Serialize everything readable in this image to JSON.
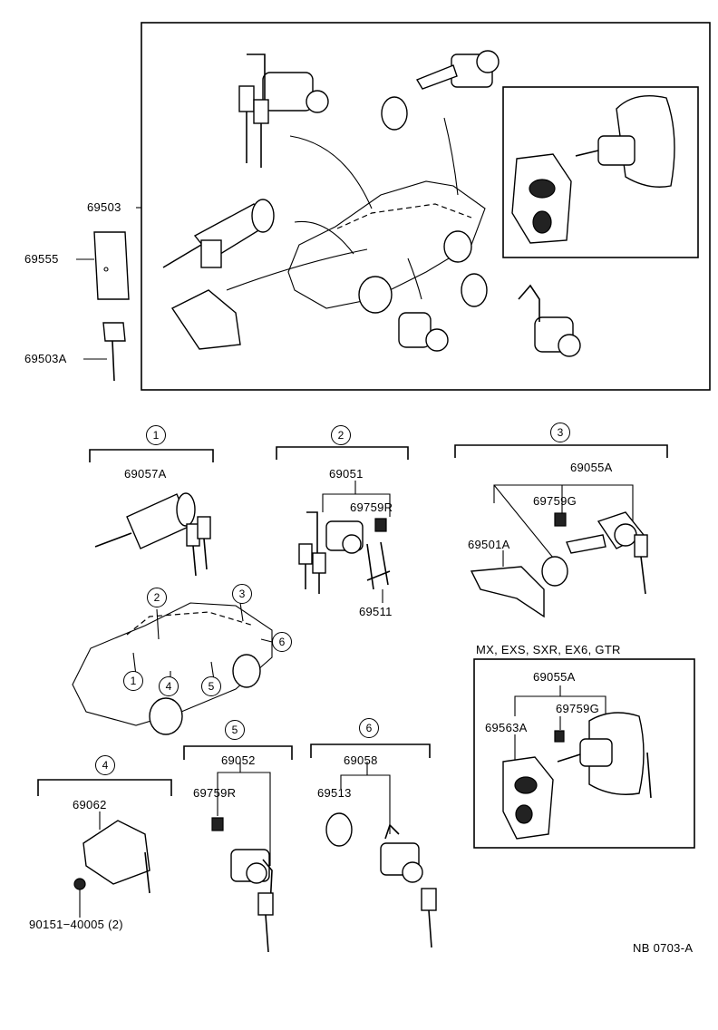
{
  "top_labels": {
    "set": "69503",
    "card": "69555",
    "key": "69503A"
  },
  "groups": {
    "g1": {
      "num": "1",
      "part": "69057A"
    },
    "g2": {
      "num": "2",
      "part": "69051",
      "sub1": "69759R",
      "sub2": "69511"
    },
    "g3": {
      "num": "3",
      "part": "69055A",
      "sub1": "69759G",
      "sub2": "69501A"
    },
    "g3alt": {
      "title": "MX, EXS, SXR, EX6, GTR",
      "part": "69055A",
      "sub1": "69759G",
      "sub2": "69563A"
    },
    "g4": {
      "num": "4",
      "part": "69062",
      "sub1": "90151−40005 (2)"
    },
    "g5": {
      "num": "5",
      "part": "69052",
      "sub1": "69759R"
    },
    "g6": {
      "num": "6",
      "part": "69058",
      "sub1": "69513"
    }
  },
  "car_callouts": [
    "1",
    "2",
    "3",
    "4",
    "5",
    "6"
  ],
  "figure_code": "NB 0703-A"
}
